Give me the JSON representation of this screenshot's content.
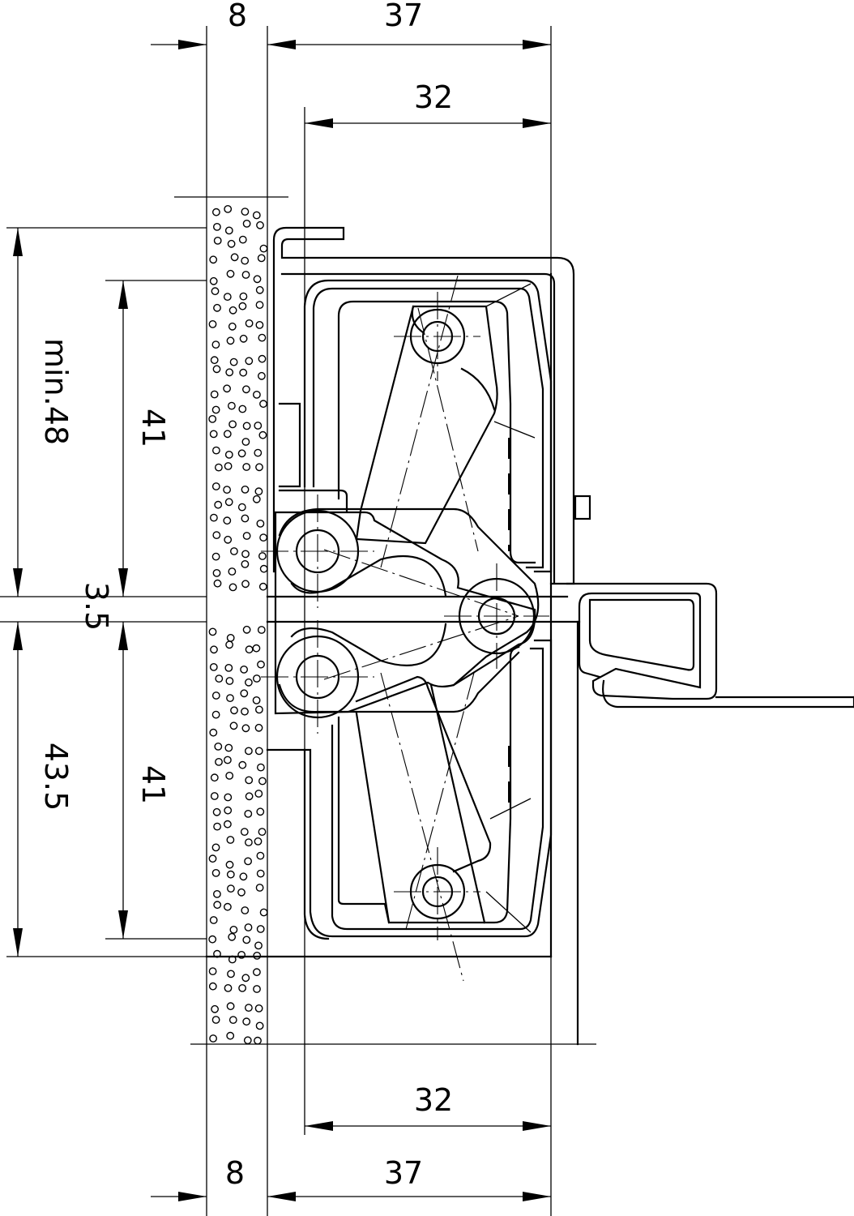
{
  "dimensions": {
    "top_panel": "8",
    "top_overall": "37",
    "top_body": "32",
    "bottom_body": "32",
    "bottom_panel": "8",
    "bottom_overall": "37",
    "min_thickness": "min.48",
    "upper_41": "41",
    "gap": "3.5",
    "lower_41": "41",
    "lower_435": "43.5"
  }
}
